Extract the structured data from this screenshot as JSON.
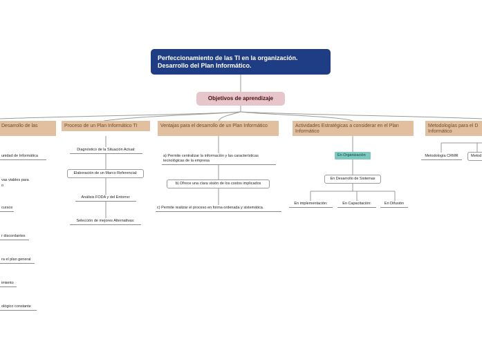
{
  "root": {
    "line1": "Perfeccionamiento de las TI en la organización.",
    "line2": "Desarrollo del Plan Informático."
  },
  "objectives": "Objetivos de aprendizaje",
  "branches": [
    {
      "label": "Desarrollo de las"
    },
    {
      "label": "Proceso de un Plan Informático TI"
    },
    {
      "label": "Ventajas para el desarrollo de un Plan Informático"
    },
    {
      "label": "Actividades Estratégicas a considerar en el Plan Informático"
    },
    {
      "label": "Metodologías para el D Informático"
    }
  ],
  "left_items": [
    "unidad de Informática",
    "vas viables para",
    "o",
    "cursos",
    "r discordantes",
    "ra el plan general",
    "imiento",
    "ológico constante"
  ],
  "proceso_items": [
    "Diagnóstico de la Situación Actual:",
    "Elaboración de un Marco Referencial:",
    "Análisis FODA y del Entorno:",
    "Selección de mejores Alternativas:"
  ],
  "ventajas_items": [
    "a) Permite centralizar la información y las características tecnológicas de la empresa",
    "b) Ofrece una clara visión de los costos implicados",
    "c) Permite realizar el proceso en forma ordenada y sistemática."
  ],
  "actividades": {
    "organizacion": "En Organización",
    "sistemas": "En Desarrollo de Sistemas",
    "implementacion": "En implementación:",
    "capacitacion": "En Capacitación:",
    "difusion": "En Difusión"
  },
  "metodologias_items": [
    "Metodología CRMR",
    "Metod"
  ],
  "colors": {
    "root": "#1f3d84",
    "objectives": "#e6c6cb",
    "branch": "#e2bf9f",
    "teal": "#7dc8bf",
    "line": "#9a9a9a"
  }
}
